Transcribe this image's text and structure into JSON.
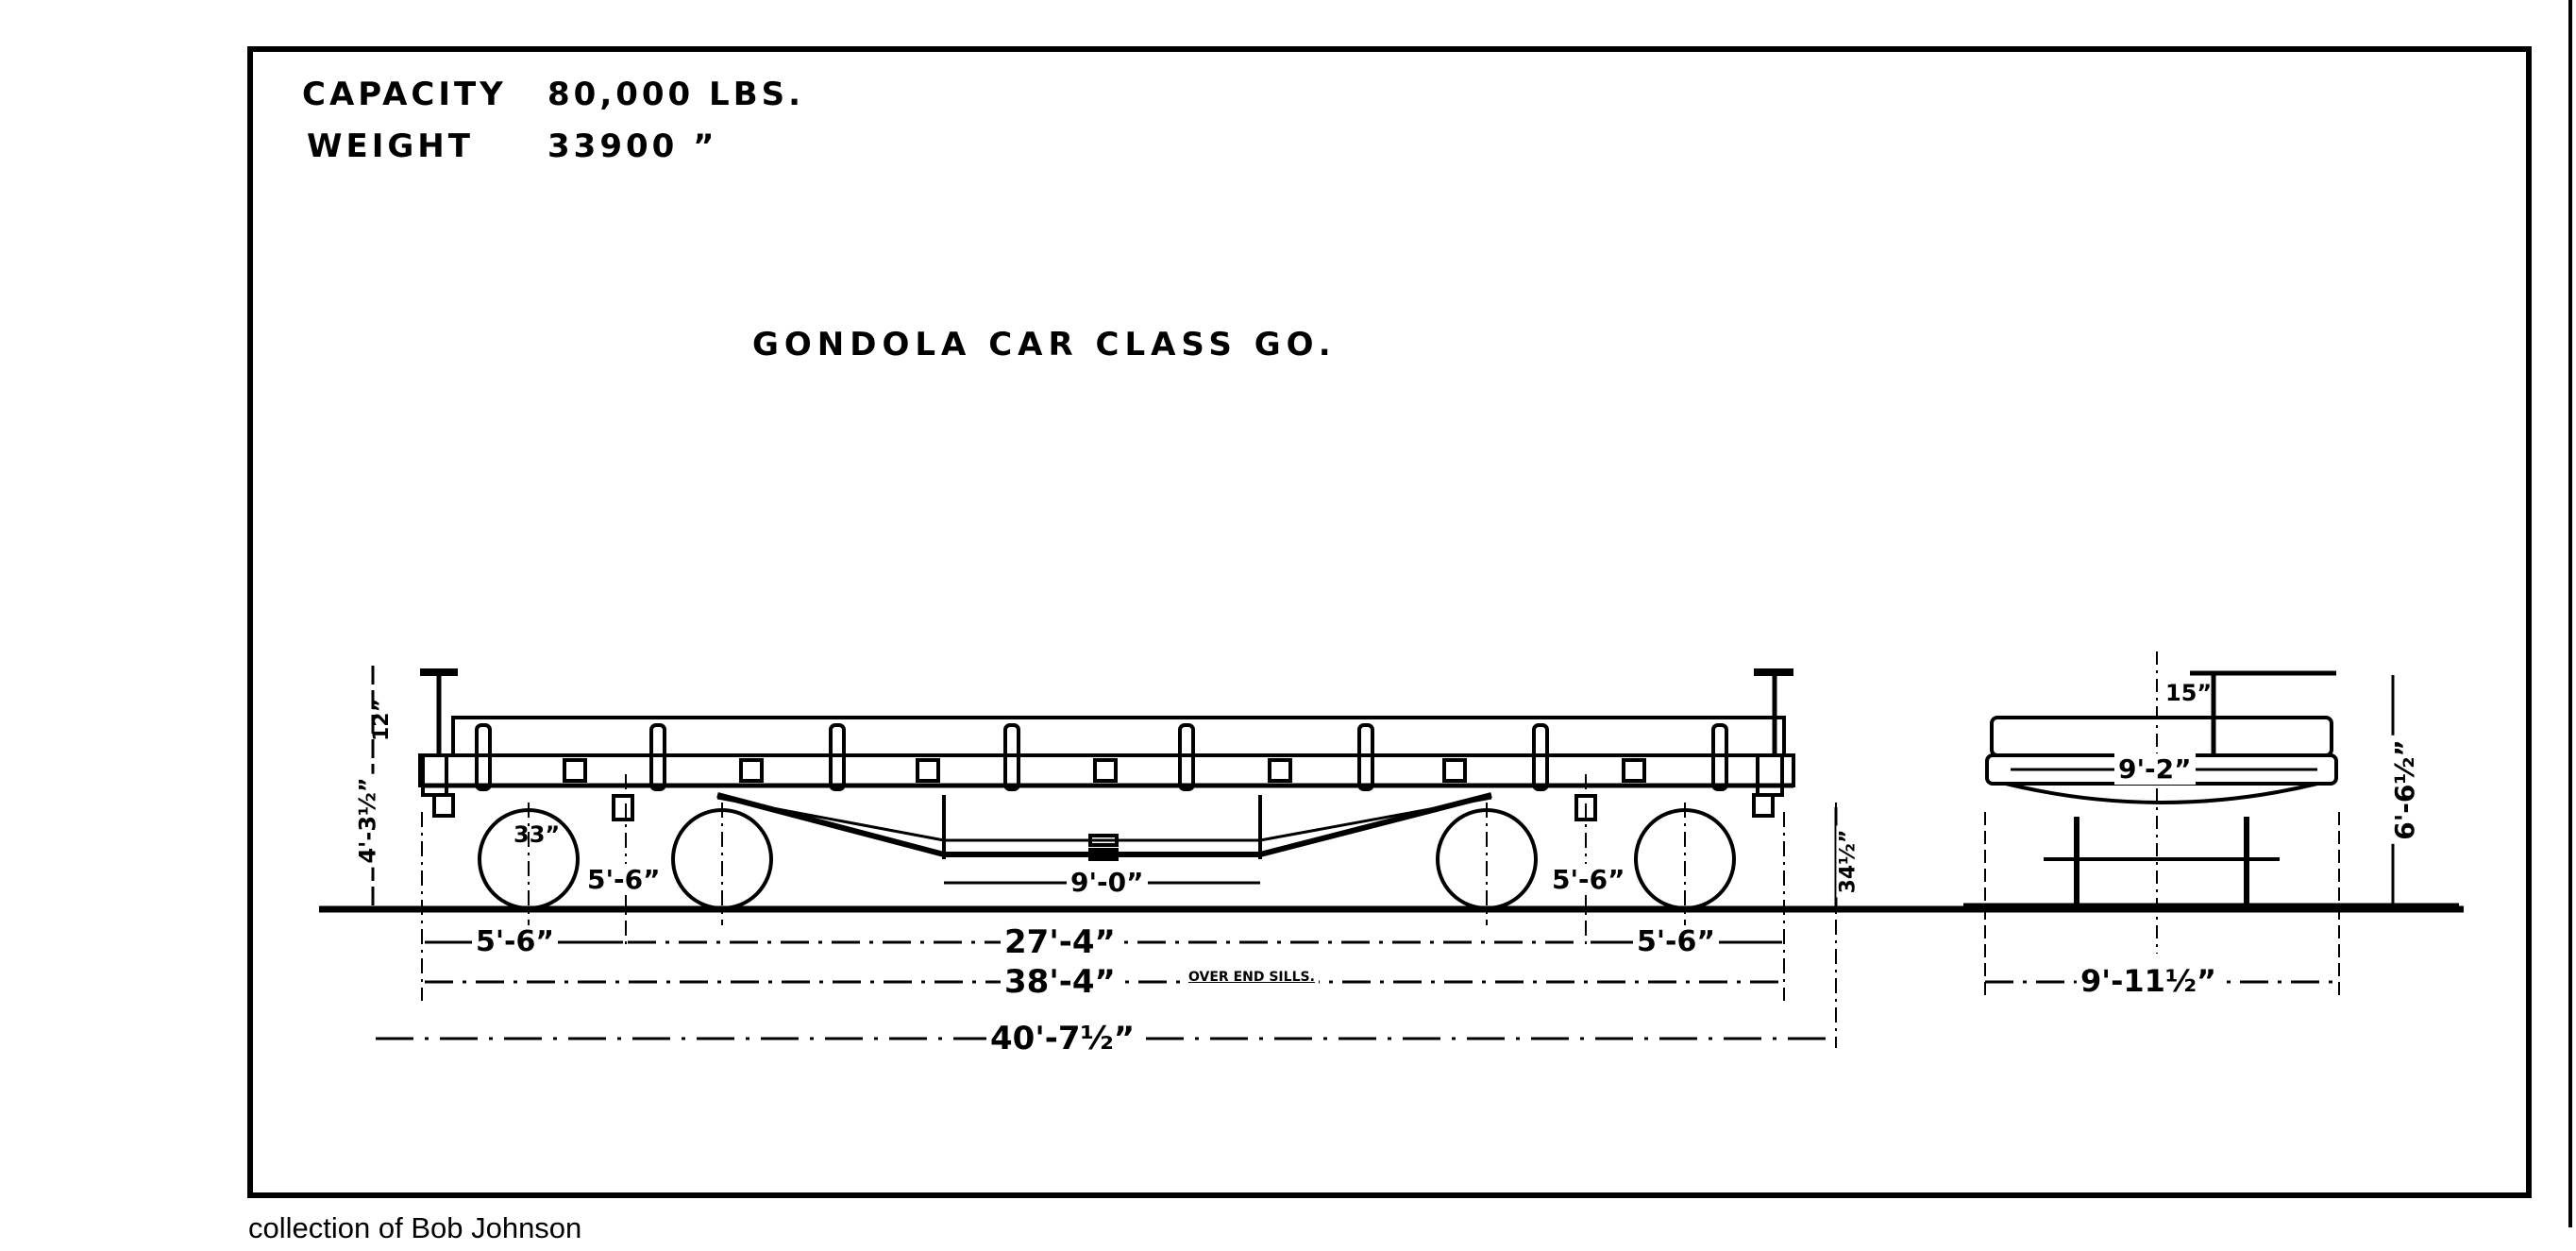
{
  "drawing": {
    "title": "GONDOLA CAR CLASS GO.",
    "capacity_label": "CAPACITY",
    "capacity_value": "80,000 LBS.",
    "weight_label": "WEIGHT",
    "weight_value": "33900 ”",
    "credit": "collection of Bob Johnson",
    "side_view": {
      "dimensions": {
        "wheel_diameter": "33”",
        "truck_wheelbase_left": "5'-6”",
        "truck_wheelbase_right": "5'-6”",
        "truss_length": "9'-0”",
        "end_to_truck_left": "5'-6”",
        "truck_centers": "27'-4”",
        "end_to_truck_right": "5'-6”",
        "over_end_sills": "38'-4”",
        "over_end_sills_note": "OVER END SILLS.",
        "overall_length": "40'-7½”",
        "side_height": "12”",
        "deck_height": "4'-3½”",
        "coupler_height": "34½”"
      }
    },
    "end_view": {
      "dimensions": {
        "brake_offset": "15”",
        "inside_width": "9'-2”",
        "overall_height": "6'-6½”",
        "overall_width": "9'-11½”"
      }
    }
  }
}
